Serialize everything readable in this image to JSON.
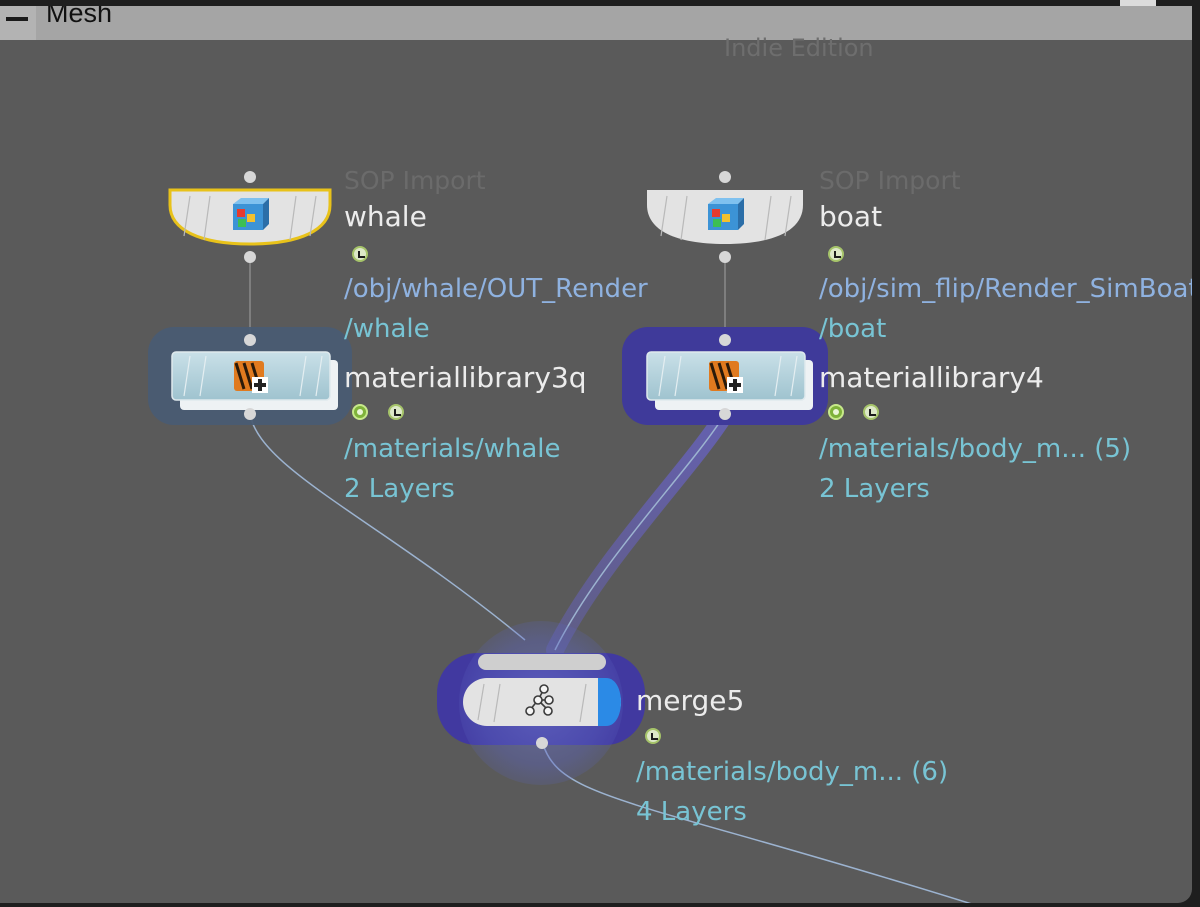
{
  "pane": {
    "title": "Mesh",
    "watermark": "Indie Edition"
  },
  "nodes": {
    "whale": {
      "type": "SOP Import",
      "name": "whale",
      "path": "/obj/whale/OUT_Render",
      "mat": "/whale"
    },
    "boat": {
      "type": "SOP Import",
      "name": "boat",
      "path": "/obj/sim_flip/Render_SimBoat",
      "mat": "/boat"
    },
    "ml3q": {
      "name": "materiallibrary3q",
      "mat": "/materials/whale",
      "layers": "2 Layers"
    },
    "ml4": {
      "name": "materiallibrary4",
      "mat": "/materials/body_m... (5)",
      "layers": "2 Layers"
    },
    "merge5": {
      "name": "merge5",
      "mat": "/materials/body_m... (6)",
      "layers": "4 Layers"
    }
  },
  "colors": {
    "canvas": "#5a5a5a",
    "selected_outline": "#e8c21a",
    "highlight": "#3f3a9a",
    "wire": "#8aa6c8",
    "path_text": "#8fb2e0",
    "mat_text": "#78c4d4"
  },
  "icons": {
    "sop_import": "box-import-icon",
    "material_library": "material-library-icon",
    "merge": "merge-graph-icon",
    "flag": "clock-flag-icon"
  }
}
